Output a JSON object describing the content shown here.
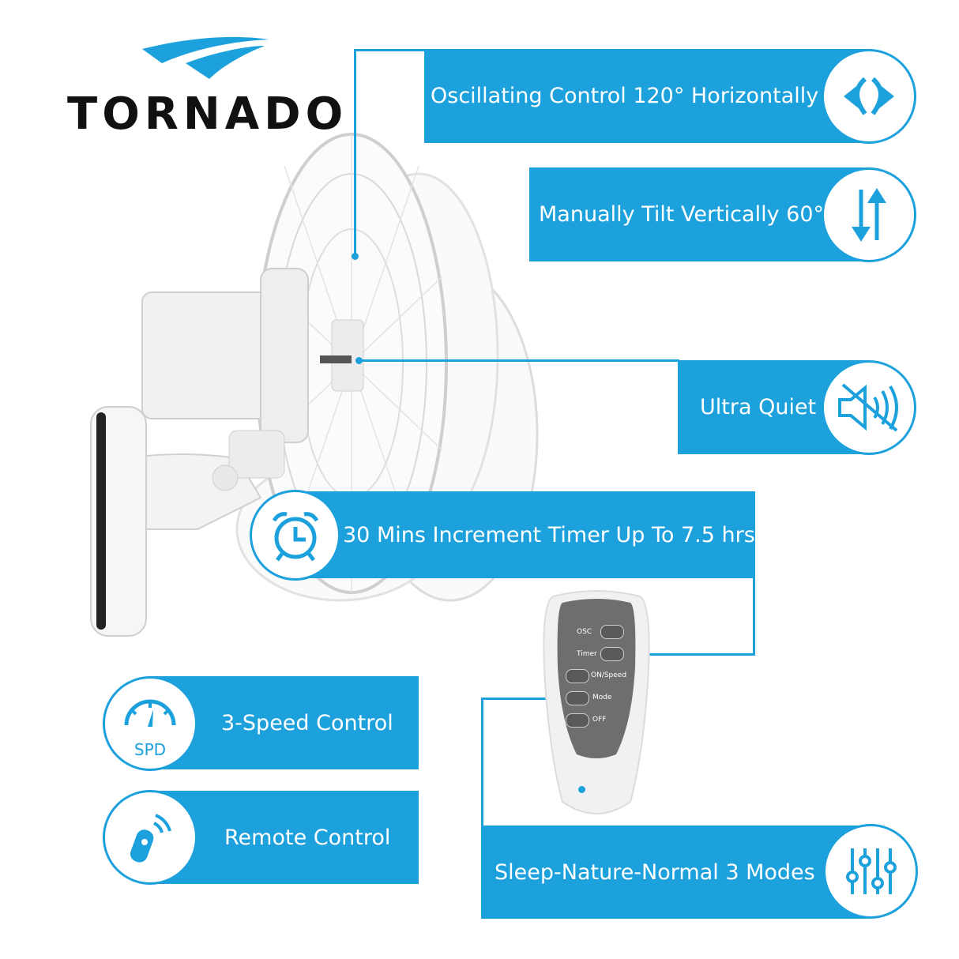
{
  "brand": {
    "name": "TORNADO"
  },
  "features": {
    "oscillating": "Oscillating Control 120°  Horizontally",
    "tilt": "Manually Tilt Vertically 60°",
    "quiet": "Ultra Quiet",
    "timer": "30 Mins Increment Timer Up To 7.5 hrs",
    "speed": "3-Speed Control",
    "remote": "Remote Control",
    "modes": "Sleep-Nature-Normal 3 Modes"
  },
  "speed_icon_label": "SPD",
  "remote_buttons": {
    "osc": "OSC",
    "timer": "Timer",
    "on_speed": "ON/Speed",
    "mode": "Mode",
    "off": "OFF"
  },
  "colors": {
    "accent": "#1da1dc",
    "brand_text": "#111111"
  },
  "icons": [
    "left-right-arrows-icon",
    "up-down-arrows-icon",
    "mute-speaker-icon",
    "alarm-clock-icon",
    "speedometer-icon",
    "remote-signal-icon",
    "equalizer-sliders-icon"
  ]
}
